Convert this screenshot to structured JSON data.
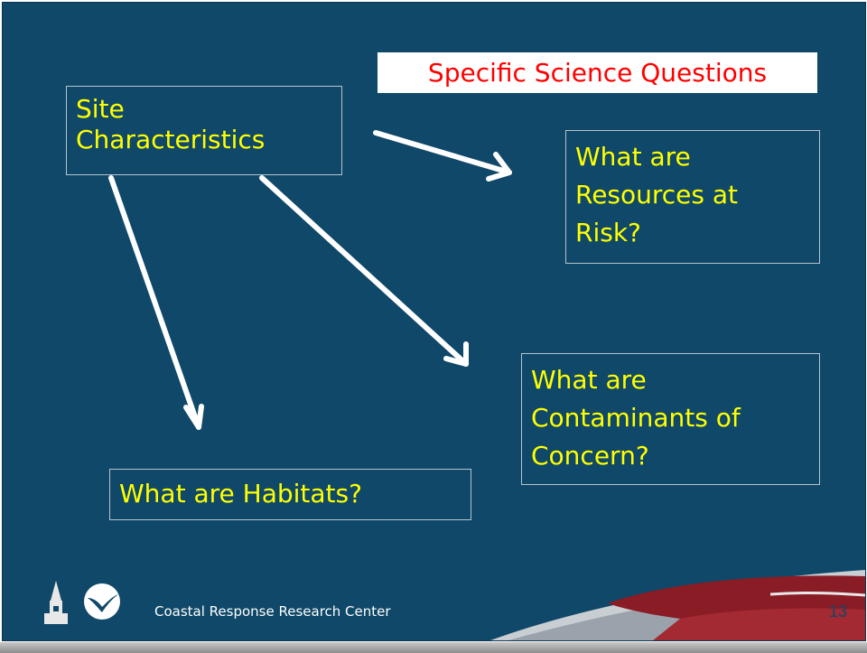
{
  "slide": {
    "title": "Specific Science Questions",
    "footer": "Coastal Response Research Center",
    "page_number": "13"
  },
  "boxes": {
    "site_characteristics": [
      "Site",
      "Characteristics"
    ],
    "resources": [
      "What are",
      "Resources at",
      "Risk?"
    ],
    "contaminants": [
      "What are",
      "Contaminants of",
      "Concern?"
    ],
    "habitats": [
      "What are Habitats?"
    ]
  },
  "icons": [
    "tower-logo-icon",
    "noaa-logo-icon",
    "wave-banner-graphic"
  ],
  "colors": {
    "background": "#0f4868",
    "box_text": "#ffff00",
    "title_text": "#ff0000",
    "banner_red": "#8a1c25"
  }
}
